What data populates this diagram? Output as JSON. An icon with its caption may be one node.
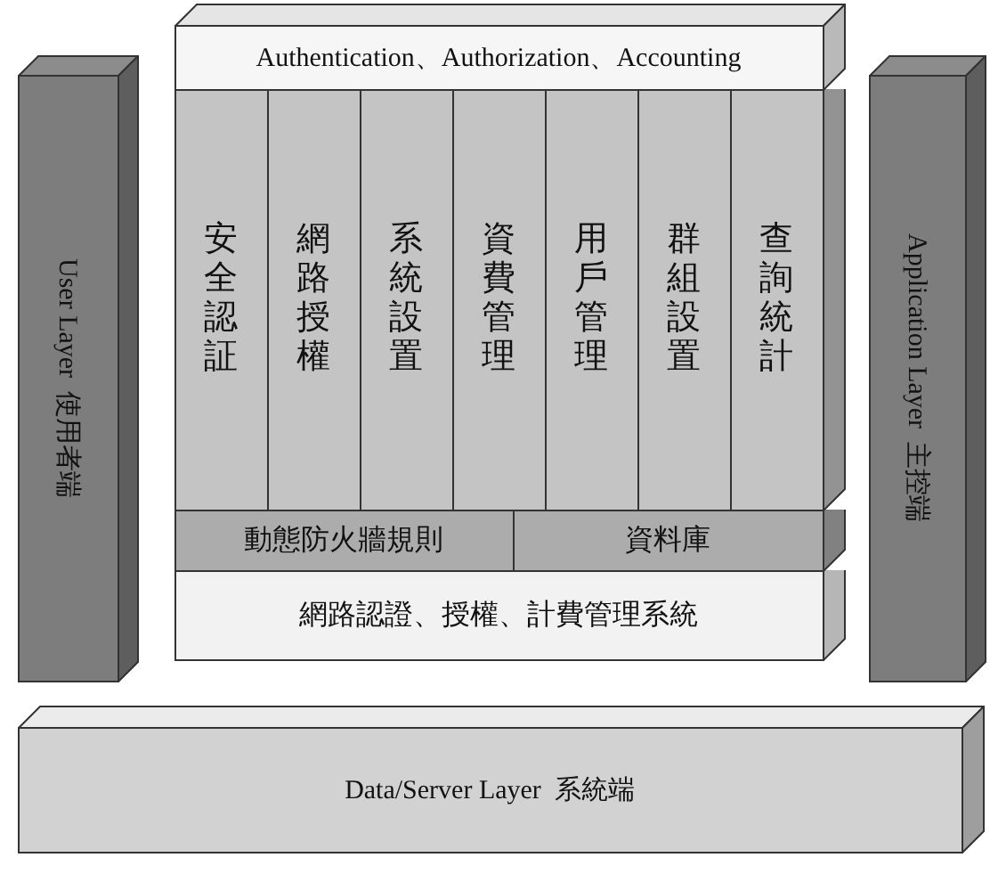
{
  "diagram": {
    "nodes": [
      {
        "text": [
          "User Layer  使用者端"
        ]
      },
      {
        "text": [
          "Authentication、Authorization、Accounting"
        ]
      },
      {
        "text": [
          "安全認証"
        ]
      },
      {
        "text": [
          "網路授權"
        ]
      },
      {
        "text": [
          "系統設置"
        ]
      },
      {
        "text": [
          "資費管理"
        ]
      },
      {
        "text": [
          "用戶管理"
        ]
      },
      {
        "text": [
          "群組設置"
        ]
      },
      {
        "text": [
          "查詢統計"
        ]
      },
      {
        "text": [
          "動態防火牆規則"
        ]
      },
      {
        "text": [
          "資料庫"
        ]
      },
      {
        "text": [
          "網路認證、授權、計費管理系統"
        ]
      },
      {
        "text": [
          "Application Layer  主控端"
        ]
      },
      {
        "text": [
          "Data/Server Layer  系統端"
        ]
      }
    ]
  }
}
